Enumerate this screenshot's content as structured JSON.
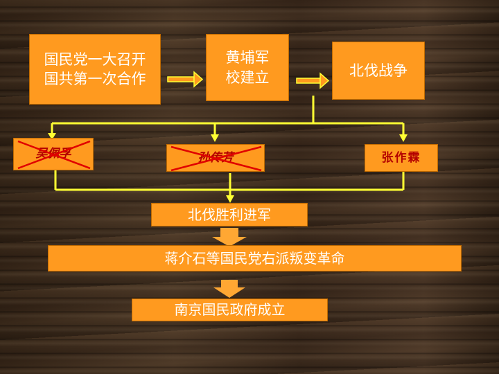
{
  "nodes": {
    "kmt_congress": [
      "国民党一大召开",
      "国共第一次合作"
    ],
    "whampoa": [
      "黄埔军",
      "校建立"
    ],
    "northern_expedition": "北伐战争",
    "wu_peifu": "吴佩孚",
    "sun_chuanfang": "孙传芳",
    "zhang_zuolin": "张作霖",
    "victory_advance": "北伐胜利进军",
    "chiang_betrayal": "蒋介石等国民党右派叛变革命",
    "nanjing_gov": "南京国民政府成立"
  },
  "colors": {
    "box_fill": "#ff9a1f",
    "connector": "#ffff33",
    "down_arrow": "#ffa733",
    "cross_mark": "#e00000",
    "warlord_text": "#b30000"
  }
}
